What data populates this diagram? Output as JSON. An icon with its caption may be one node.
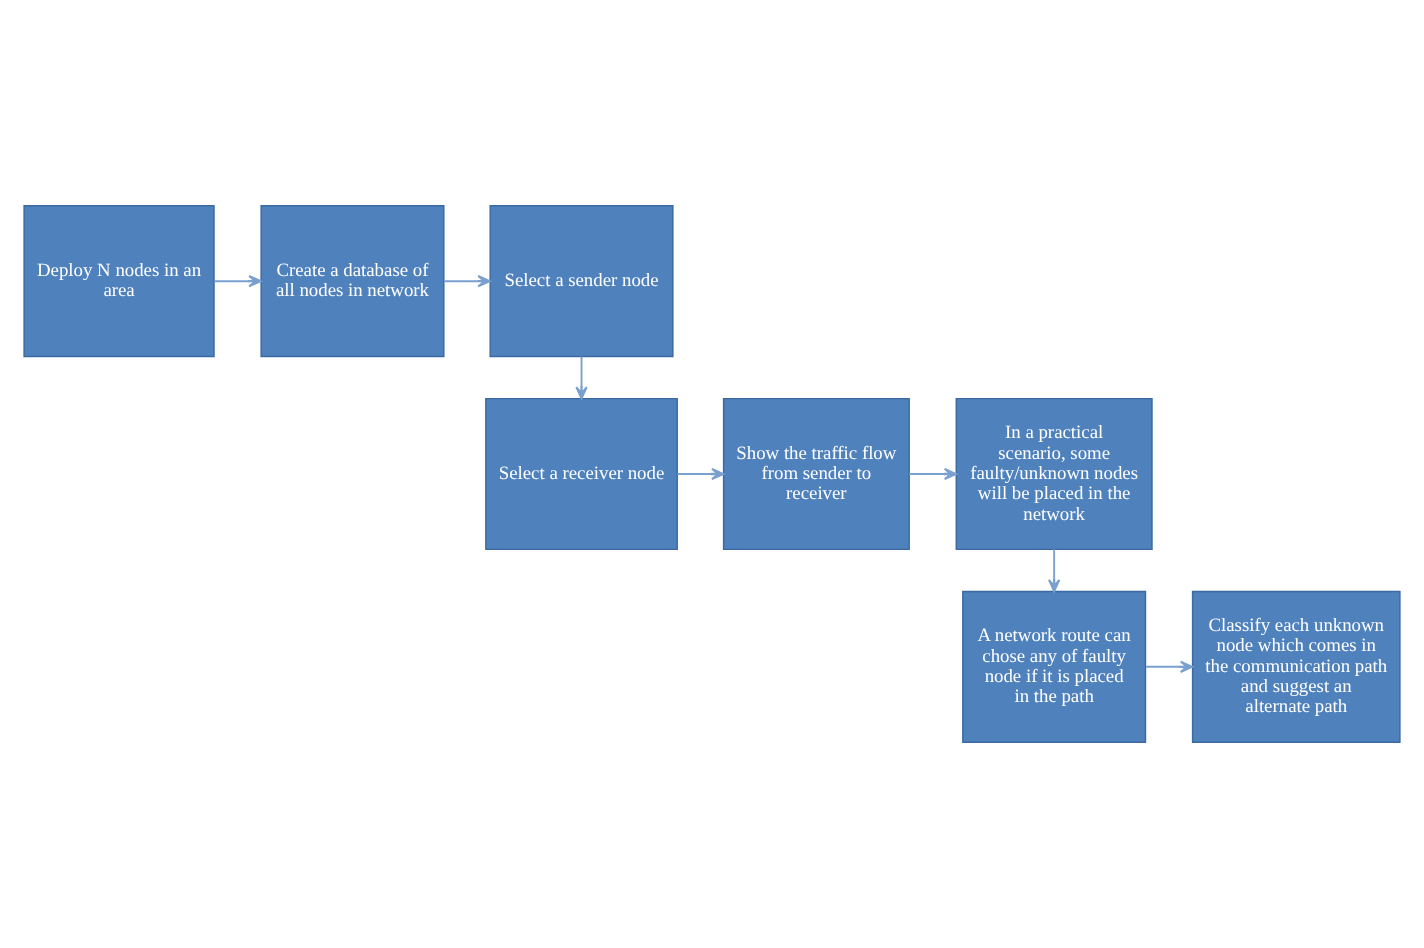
{
  "diagram": {
    "nodes": [
      {
        "text": [
          "Deploy N nodes in an area"
        ]
      },
      {
        "text": [
          "Create a database of all nodes in network"
        ]
      },
      {
        "text": [
          "Select a sender node"
        ]
      },
      {
        "text": [
          "Select a receiver node"
        ]
      },
      {
        "text": [
          "Show the traffic flow from sender to receiver"
        ]
      },
      {
        "text": [
          "In a practical scenario, some faulty/unknown nodes will be placed in the network"
        ]
      },
      {
        "text": [
          "A network route can chose any of faulty node if it is placed in the path"
        ]
      },
      {
        "text": [
          "Classify each unknown node which comes in the communication path and suggest an alternate path"
        ]
      }
    ],
    "edges": [
      {
        "from": 0,
        "to": 1,
        "arrow": "to"
      },
      {
        "from": 1,
        "to": 2,
        "arrow": "to"
      },
      {
        "from": 2,
        "to": 3,
        "arrow": "to"
      },
      {
        "from": 3,
        "to": 4,
        "arrow": "to"
      },
      {
        "from": 4,
        "to": 5,
        "arrow": "to"
      },
      {
        "from": 5,
        "to": 6,
        "arrow": "to"
      },
      {
        "from": 6,
        "to": 7,
        "arrow": "to"
      }
    ]
  }
}
